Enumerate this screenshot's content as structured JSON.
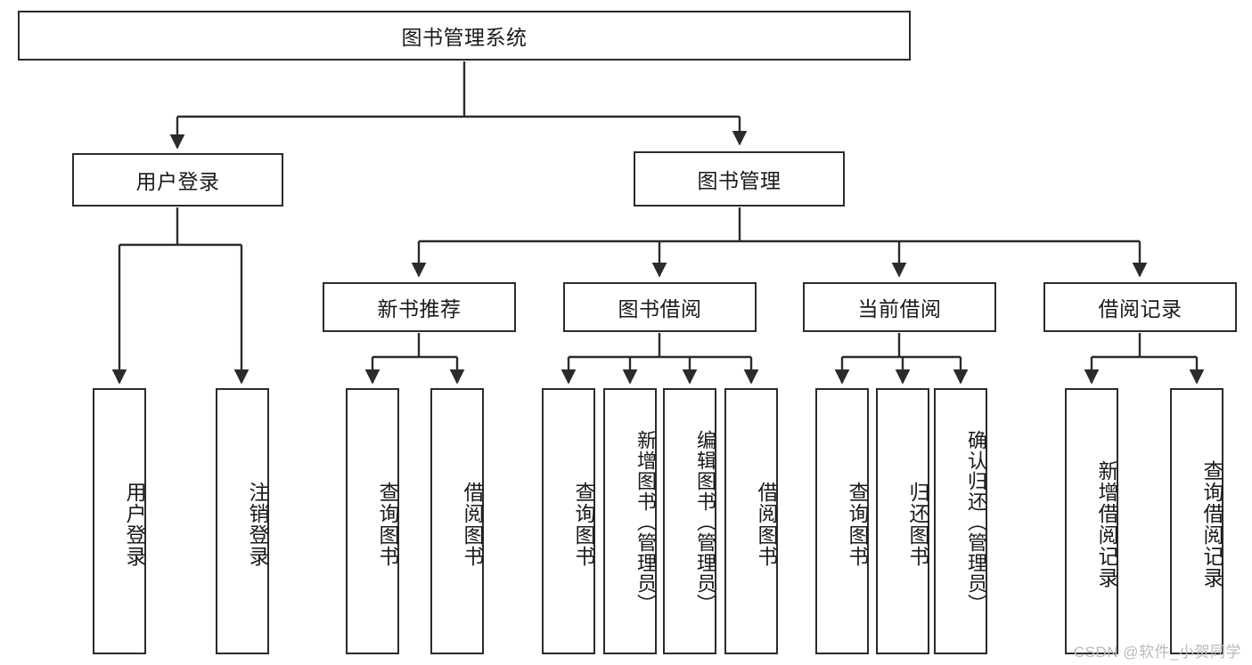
{
  "diagram": {
    "type": "tree-hierarchy",
    "title": "图书管理系统",
    "orientation": "top-down",
    "watermark": "CSDN @软件_小贺同学",
    "colors": {
      "background": "#ffffff",
      "box_border": "#2b2b2b",
      "box_fill": "#ffffff",
      "edge": "#2b2b2b",
      "text": "#1a1a1a",
      "watermark": "#b9b9b9"
    },
    "nodes": {
      "root": {
        "label": "图书管理系统",
        "level": 0
      },
      "l1": [
        {
          "label": "用户登录",
          "level": 1
        },
        {
          "label": "图书管理",
          "level": 1
        }
      ],
      "l2": [
        {
          "label": "新书推荐",
          "level": 2,
          "parent": "图书管理"
        },
        {
          "label": "图书借阅",
          "level": 2,
          "parent": "图书管理"
        },
        {
          "label": "当前借阅",
          "level": 2,
          "parent": "图书管理"
        },
        {
          "label": "借阅记录",
          "level": 2,
          "parent": "图书管理"
        }
      ],
      "leaves": {
        "user_login": [
          {
            "label": "用户登录"
          },
          {
            "label": "注销登录"
          }
        ],
        "new_book": [
          {
            "label": "查询图书"
          },
          {
            "label": "借阅图书"
          }
        ],
        "book_borrow": [
          {
            "label": "查询图书"
          },
          {
            "label": "新增图书（管理员）"
          },
          {
            "label": "编辑图书（管理员）"
          },
          {
            "label": "借阅图书"
          }
        ],
        "current_borrow": [
          {
            "label": "查询图书"
          },
          {
            "label": "归还图书"
          },
          {
            "label": "确认归还（管理员）"
          }
        ],
        "borrow_record": [
          {
            "label": "新增借阅记录"
          },
          {
            "label": "查询借阅记录"
          }
        ]
      }
    }
  }
}
